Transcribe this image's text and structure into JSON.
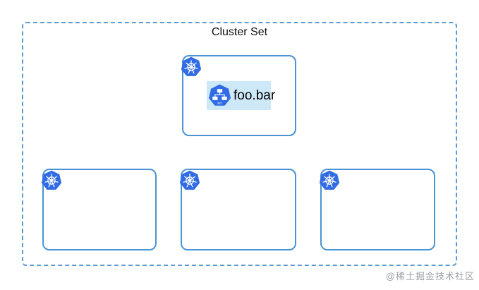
{
  "diagram": {
    "title": "Cluster Set",
    "top_cluster": {
      "icon": "kubernetes-logo-icon",
      "workload": {
        "icon": "kubernetes-service-icon",
        "badge": "svc",
        "label": "foo.bar"
      }
    },
    "bottom_clusters": [
      {
        "icon": "kubernetes-logo-icon"
      },
      {
        "icon": "kubernetes-logo-icon"
      },
      {
        "icon": "kubernetes-logo-icon"
      }
    ]
  },
  "watermark": "@稀土掘金技术社区",
  "colors": {
    "boundary_border": "#5b9bd5",
    "cluster_border": "#4a94d4",
    "kubernetes_blue": "#326ce5",
    "workload_highlight": "#cde9f8",
    "title_text": "#111111",
    "workload_text": "#000000",
    "watermark_text": "#9aa0a6",
    "background": "#ffffff"
  }
}
